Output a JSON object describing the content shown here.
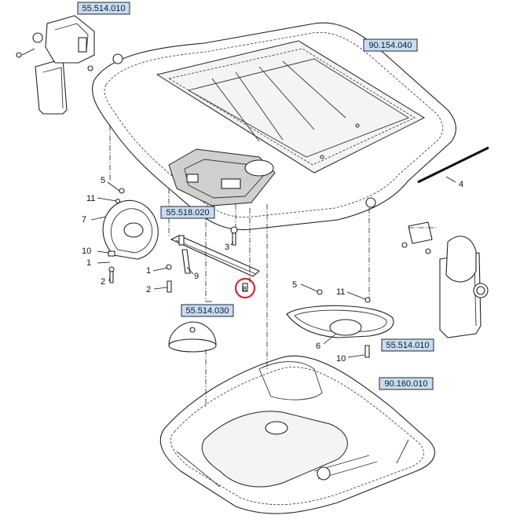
{
  "diagram": {
    "reference_boxes": [
      {
        "id": "ref-55514010-a",
        "label": "55.514.010"
      },
      {
        "id": "ref-90154040",
        "label": "90.154.040"
      },
      {
        "id": "ref-55518020",
        "label": "55.518.020"
      },
      {
        "id": "ref-55514030",
        "label": "55.514.030"
      },
      {
        "id": "ref-55514010-b",
        "label": "55.514.010"
      },
      {
        "id": "ref-90160010",
        "label": "90.160.010"
      }
    ],
    "callouts": {
      "c4": "4",
      "c5_left": "5",
      "c11_left": "11",
      "c7": "7",
      "c10_left": "10",
      "c1_left": "1",
      "c2_left": "2",
      "c3": "3",
      "c1_mid": "1",
      "c2_mid": "2",
      "c9": "9",
      "c8": "8",
      "c5_right": "5",
      "c11_right": "11",
      "c6": "6",
      "c10_right": "10"
    },
    "highlighted_part": "8",
    "highlight_color": "#d9262c",
    "reference_box_fill": "#c9dcef"
  }
}
